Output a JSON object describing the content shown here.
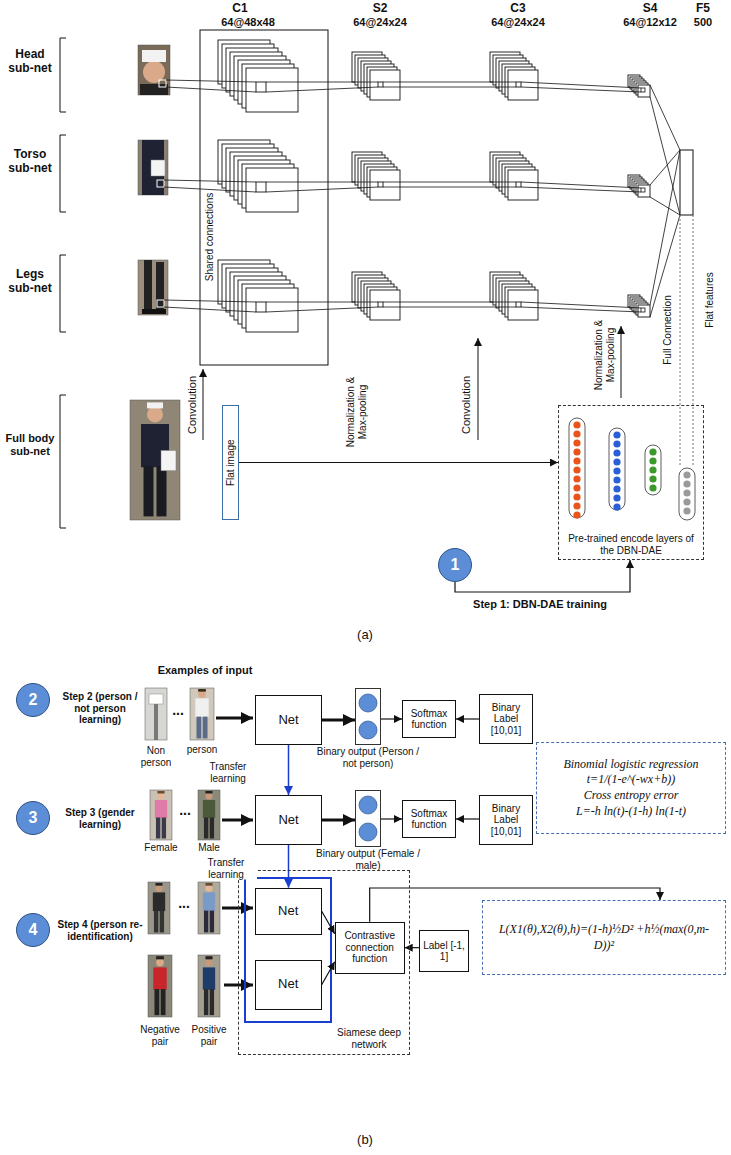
{
  "diagram": {
    "nodes": [
      {
        "text": [
          "Flat image"
        ]
      },
      {
        "text": [
          "Pre-trained encode layers of the DBN-DAE"
        ]
      },
      {
        "text": [
          "1"
        ]
      },
      {
        "text": [
          "2"
        ]
      },
      {
        "text": [
          "Net"
        ]
      },
      {
        "text": [
          "Binary output (Person / not person)"
        ]
      },
      {
        "text": [
          "Softmax function"
        ]
      },
      {
        "text": [
          "Binary Label [10,01]"
        ]
      },
      {
        "text": [
          "Binomial logistic regression",
          "t=1/(1-e^(-wx+b))",
          "Cross entropy error",
          "L=-h ln(t)-(1-h) ln(1-t)"
        ]
      },
      {
        "text": [
          "3"
        ]
      },
      {
        "text": [
          "Net"
        ]
      },
      {
        "text": [
          "Binary output (Female / male)"
        ]
      },
      {
        "text": [
          "Softmax function"
        ]
      },
      {
        "text": [
          "Binary Label [10,01]"
        ]
      },
      {
        "text": [
          "4"
        ]
      },
      {
        "text": [
          "Siamese deep network"
        ]
      },
      {
        "text": [
          "Net"
        ],
        "in": 15
      },
      {
        "text": [
          "Net"
        ],
        "in": 15
      },
      {
        "text": [
          "Contrastive connection function"
        ],
        "in": 15
      },
      {
        "text": [
          "Label [-1, 1]"
        ]
      },
      {
        "text": [
          "L(X1(θ),X2(θ),h)=(1-h)½D² +h½(max(0,m-D))²"
        ]
      }
    ],
    "edges": [
      {
        "from": 0,
        "to": 1,
        "arrow": "to"
      },
      {
        "from": 2,
        "to": 1,
        "arrow": "to"
      },
      {
        "from": 4,
        "to": 5,
        "arrow": "to"
      },
      {
        "from": 5,
        "to": 6,
        "arrow": "to"
      },
      {
        "from": 7,
        "to": 6,
        "arrow": "to"
      },
      {
        "from": 4,
        "to": 10,
        "label": "Transfer learning",
        "arrow": "to"
      },
      {
        "from": 10,
        "to": 11,
        "arrow": "to"
      },
      {
        "from": 11,
        "to": 12,
        "arrow": "to"
      },
      {
        "from": 13,
        "to": 12,
        "arrow": "to"
      },
      {
        "from": 10,
        "to": 16,
        "label": "Transfer learning",
        "arrow": "to"
      },
      {
        "from": 16,
        "to": 18,
        "arrow": "to"
      },
      {
        "from": 17,
        "to": 18,
        "arrow": "to"
      },
      {
        "from": 19,
        "to": 18,
        "arrow": "to"
      },
      {
        "from": 18,
        "to": 20,
        "arrow": "to"
      }
    ],
    "labels": [
      "C1",
      "64@48x48",
      "S2",
      "64@24x24",
      "C3",
      "64@24x24",
      "S4",
      "64@12x12",
      "F5",
      "500",
      "Head sub-net",
      "Torso sub-net",
      "Legs sub-net",
      "Shared connections",
      "Convolution",
      "Normalization & Max-pooling",
      "Convolution",
      "Normalization & Max-pooling",
      "Full Connection",
      "Flat features",
      "Full body sub-net",
      "Step 1: DBN-DAE training",
      "(a)",
      "Examples of input",
      "Step 2 (person / not person learning)",
      "...",
      "Non person",
      "person",
      "Step 3 (gender learning)",
      "...",
      "Female",
      "Male",
      "Step 4 (person re-identification)",
      "...",
      "Negative pair",
      "Positive pair",
      "(b)"
    ]
  }
}
